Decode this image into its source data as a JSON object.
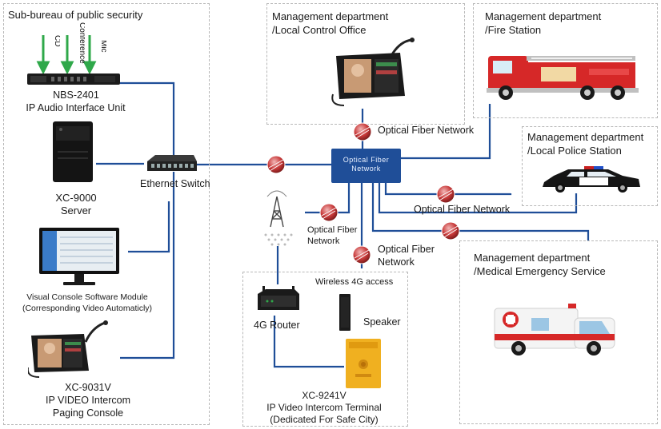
{
  "regions": {
    "sub_bureau": {
      "title": "Sub-bureau of public security"
    },
    "local_control": {
      "title_line1": "Management department",
      "title_line2": "/Local Control Office"
    },
    "fire_station": {
      "title_line1": "Management department",
      "title_line2": "/Fire Station"
    },
    "police_station": {
      "title_line1": "Management department",
      "title_line2": "/Local Police Station"
    },
    "medical": {
      "title_line1": "Management department",
      "title_line2": "/Medical Emergency Service"
    }
  },
  "inputs": {
    "cd": "CD",
    "conference": "Conference",
    "mic": "Mic"
  },
  "devices": {
    "nbs2401": {
      "model": "NBS-2401",
      "desc": "IP Audio Interface Unit"
    },
    "server": {
      "model": "XC-9000",
      "desc": "Server"
    },
    "switch": {
      "label": "Ethernet Switch"
    },
    "console_software": {
      "line1": "Visual Console Software Module",
      "line2": "(Corresponding Video Automaticly)"
    },
    "paging_console": {
      "model": "XC-9031V",
      "line1": "IP VIDEO Intercom",
      "line2": "Paging Console"
    },
    "router": {
      "label": "4G Router"
    },
    "speaker": {
      "label": "Speaker"
    },
    "terminal": {
      "model": "XC-9241V",
      "line1": "IP Video Intercom Terminal",
      "line2": "(Dedicated For Safe City)"
    }
  },
  "hub": {
    "line1": "Optical Fiber",
    "line2": "Network"
  },
  "network_labels": {
    "top": "Optical Fiber Network",
    "right": "Optical Fiber Network",
    "left_line1": "Optical Fiber",
    "left_line2": "Network",
    "bottom_line1": "Optical Fiber",
    "bottom_line2": "Network"
  },
  "wireless": {
    "label": "Wireless  4G access"
  },
  "colors": {
    "line": "#1f4e98",
    "arrow": "#2fa84a",
    "fire_truck": "#d62828",
    "hub": "#1f4e98"
  }
}
